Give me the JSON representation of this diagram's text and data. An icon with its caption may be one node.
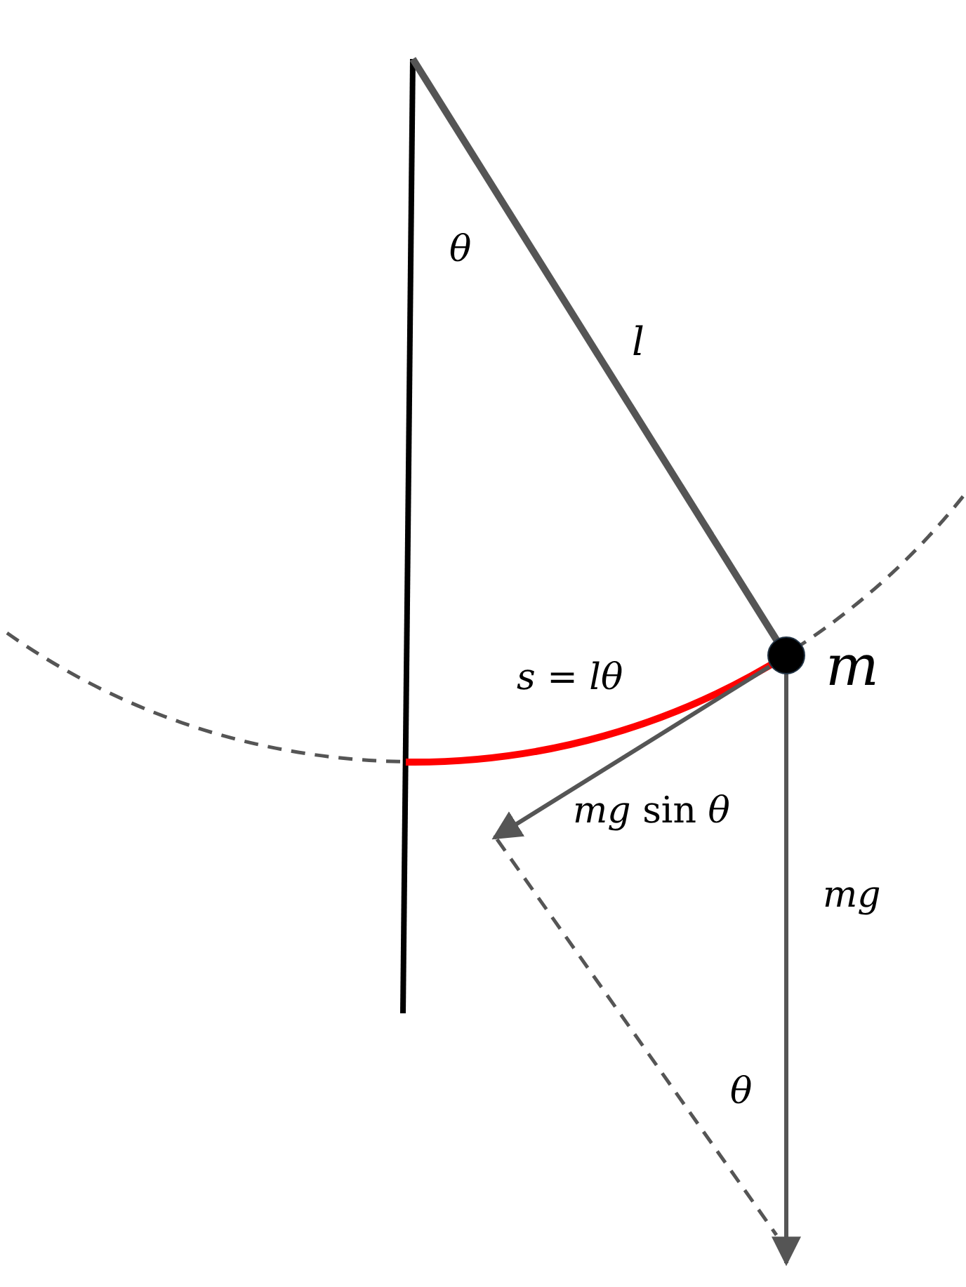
{
  "diagram": {
    "labels": [
      "*θ*",
      "*l*",
      "*m*",
      "*s* = *lθ*",
      "*mg* sin *θ*",
      "*mg*",
      "*θ*"
    ]
  }
}
